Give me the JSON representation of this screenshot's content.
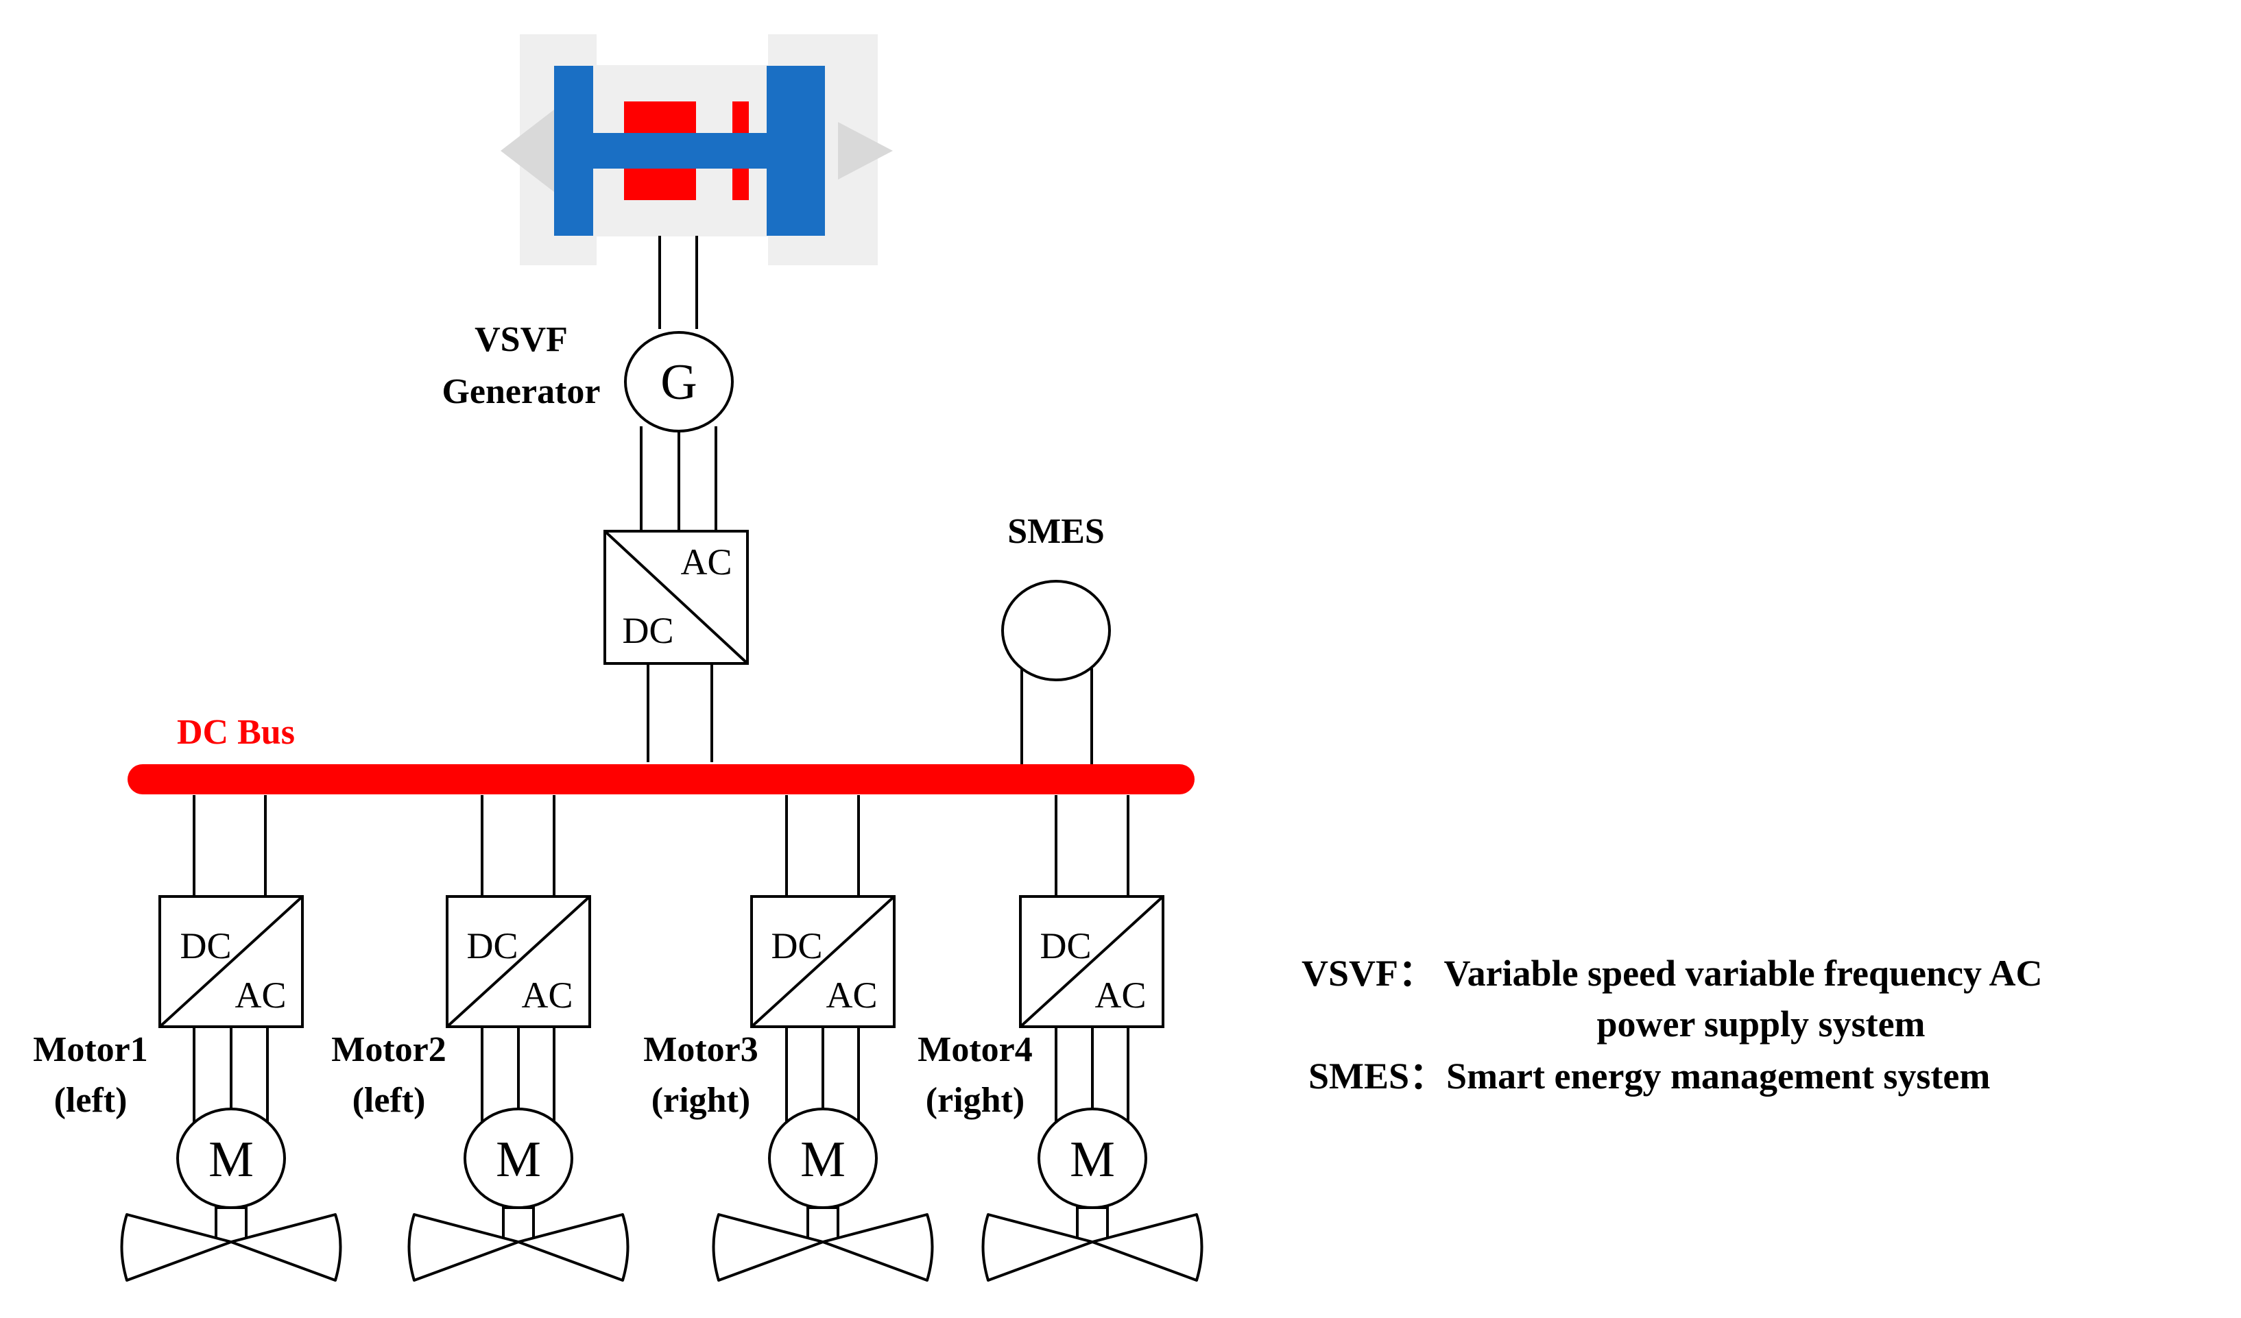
{
  "generator": {
    "label_line1": "VSVF",
    "label_line2": "Generator",
    "symbol": "G",
    "converter": {
      "top": "AC",
      "bottom": "DC"
    }
  },
  "bus": {
    "label": "DC Bus",
    "color": "#ff0000"
  },
  "smes": {
    "label": "SMES"
  },
  "motors": [
    {
      "name": "Motor1",
      "side": "(left)",
      "symbol": "M",
      "conv_top": "DC",
      "conv_bottom": "AC"
    },
    {
      "name": "Motor2",
      "side": "(left)",
      "symbol": "M",
      "conv_top": "DC",
      "conv_bottom": "AC"
    },
    {
      "name": "Motor3",
      "side": "(right)",
      "symbol": "M",
      "conv_top": "DC",
      "conv_bottom": "AC"
    },
    {
      "name": "Motor4",
      "side": "(right)",
      "symbol": "M",
      "conv_top": "DC",
      "conv_bottom": "AC"
    }
  ],
  "legend": {
    "vsvf_line1": "VSVF： Variable speed variable frequency AC",
    "vsvf_line2": "power supply system",
    "smes_line": "SMES：Smart energy management system"
  },
  "colors": {
    "engine_blue": "#1a6fc4",
    "engine_red": "#ff0000",
    "engine_bg": "#efefef",
    "nozzle_gray": "#d9d9d9"
  }
}
